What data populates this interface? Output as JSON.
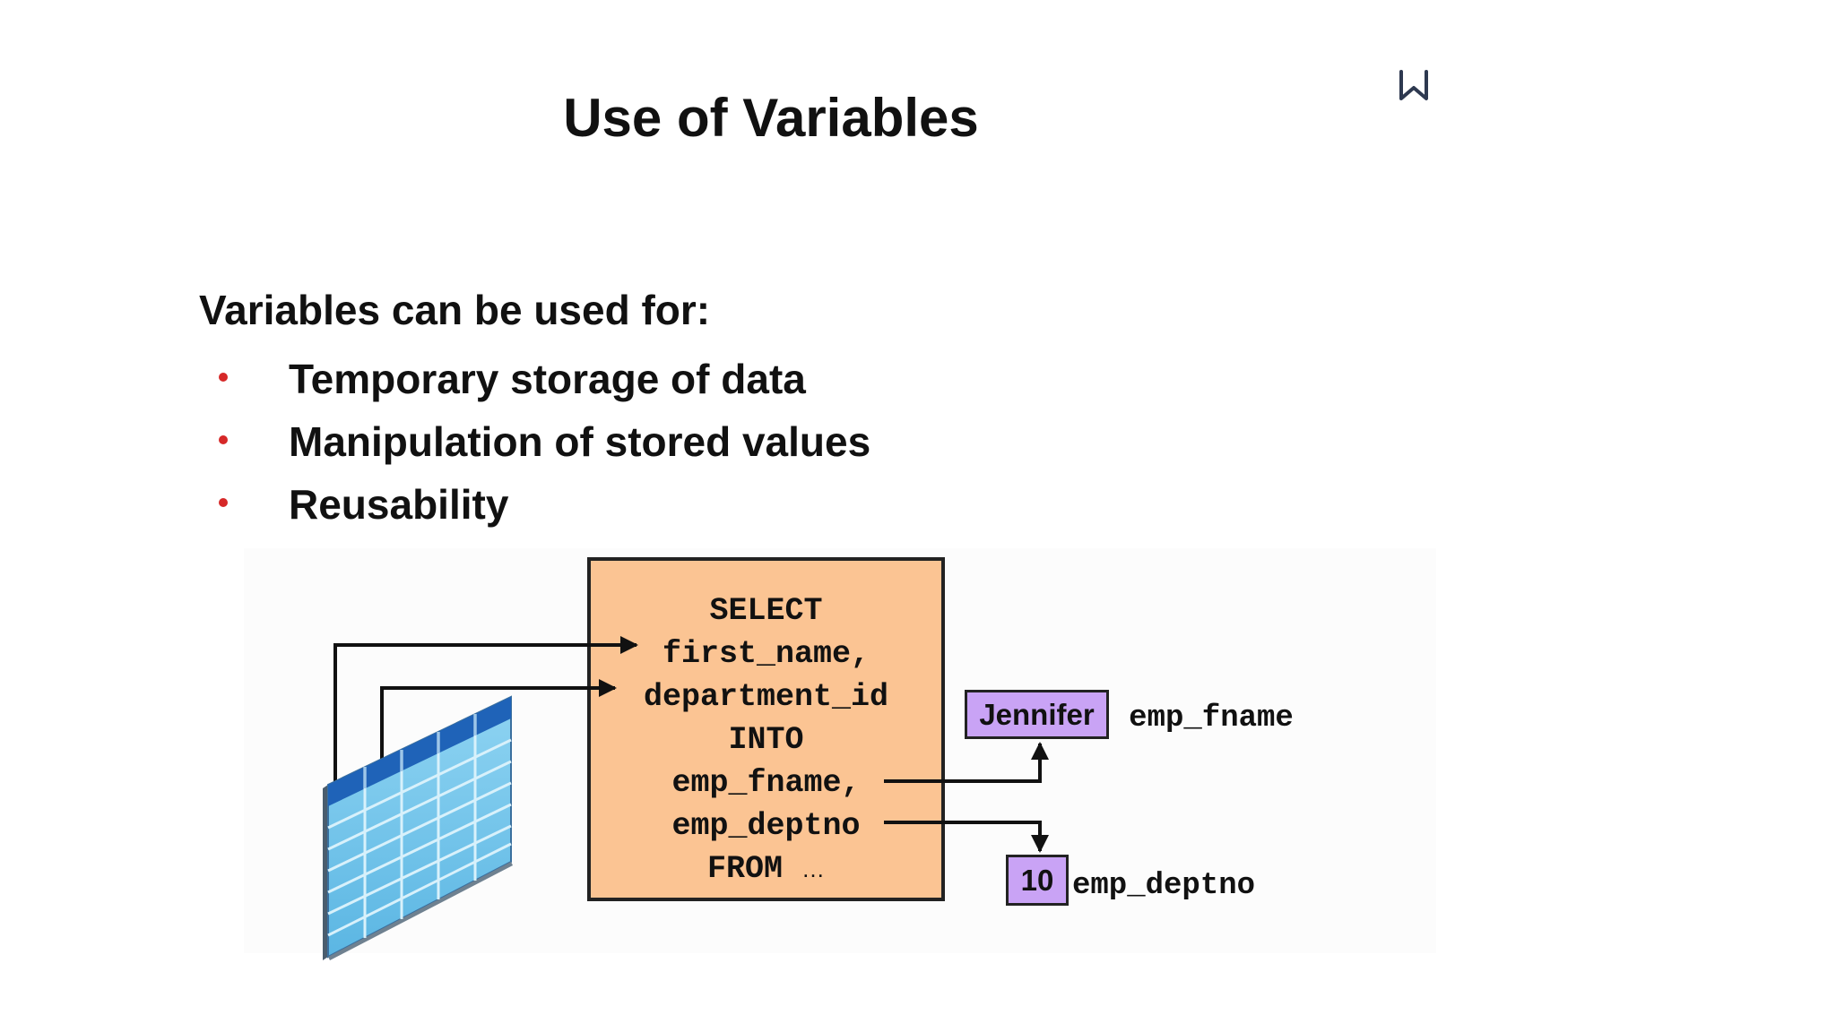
{
  "header": {
    "bookmark_icon": "bookmark-icon"
  },
  "slide": {
    "title": "Use of Variables",
    "intro": "Variables can be used for:",
    "bullet_color": "#d62828",
    "bullets": [
      {
        "text": "Temporary storage of data"
      },
      {
        "text": "Manipulation of stored values"
      },
      {
        "text": "Reusability"
      }
    ]
  },
  "diagram": {
    "sql_box_color": "#fbc493",
    "value_box_color": "#c9a3f5",
    "sql_lines": [
      "SELECT",
      "first_name,",
      "department_id",
      "INTO",
      "emp_fname,",
      "emp_deptno",
      "FROM"
    ],
    "sql_ellipsis": "…",
    "table_icon": "database-table-icon",
    "values": {
      "fname_value": "Jennifer",
      "fname_var": "emp_fname",
      "deptno_value": "10",
      "deptno_var": "emp_deptno"
    }
  }
}
